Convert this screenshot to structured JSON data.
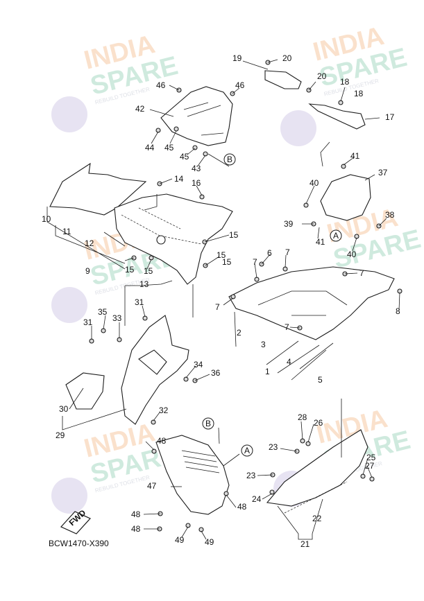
{
  "diagram_code": "BCW1470-X390",
  "fwd_label": "FWD",
  "watermark": {
    "line1": "INDIA",
    "line2": "SPARE",
    "tagline": "REBUILD TOGETHER",
    "colors": {
      "india": "#f6c9a4",
      "spare": "#a9d9c4",
      "mechanic": "#cfc8e6"
    }
  },
  "callout_a": "A",
  "callout_b": "B",
  "part_numbers": [
    "1",
    "2",
    "3",
    "4",
    "5",
    "6",
    "7",
    "8",
    "9",
    "10",
    "11",
    "12",
    "13",
    "14",
    "15",
    "16",
    "17",
    "18",
    "19",
    "20",
    "21",
    "22",
    "23",
    "24",
    "25",
    "26",
    "27",
    "28",
    "29",
    "30",
    "31",
    "32",
    "33",
    "34",
    "35",
    "36",
    "37",
    "38",
    "39",
    "40",
    "41",
    "42",
    "43",
    "44",
    "45",
    "46",
    "47",
    "48",
    "49"
  ]
}
